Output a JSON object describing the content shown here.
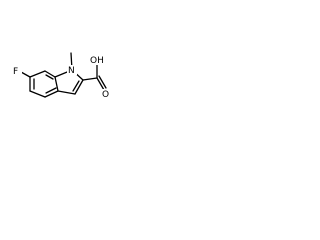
{
  "molecule": {
    "labels": {
      "fluorine": "F",
      "nitrogen": "N",
      "hydroxyl": "OH",
      "carbonyl_oxygen": "O"
    }
  }
}
